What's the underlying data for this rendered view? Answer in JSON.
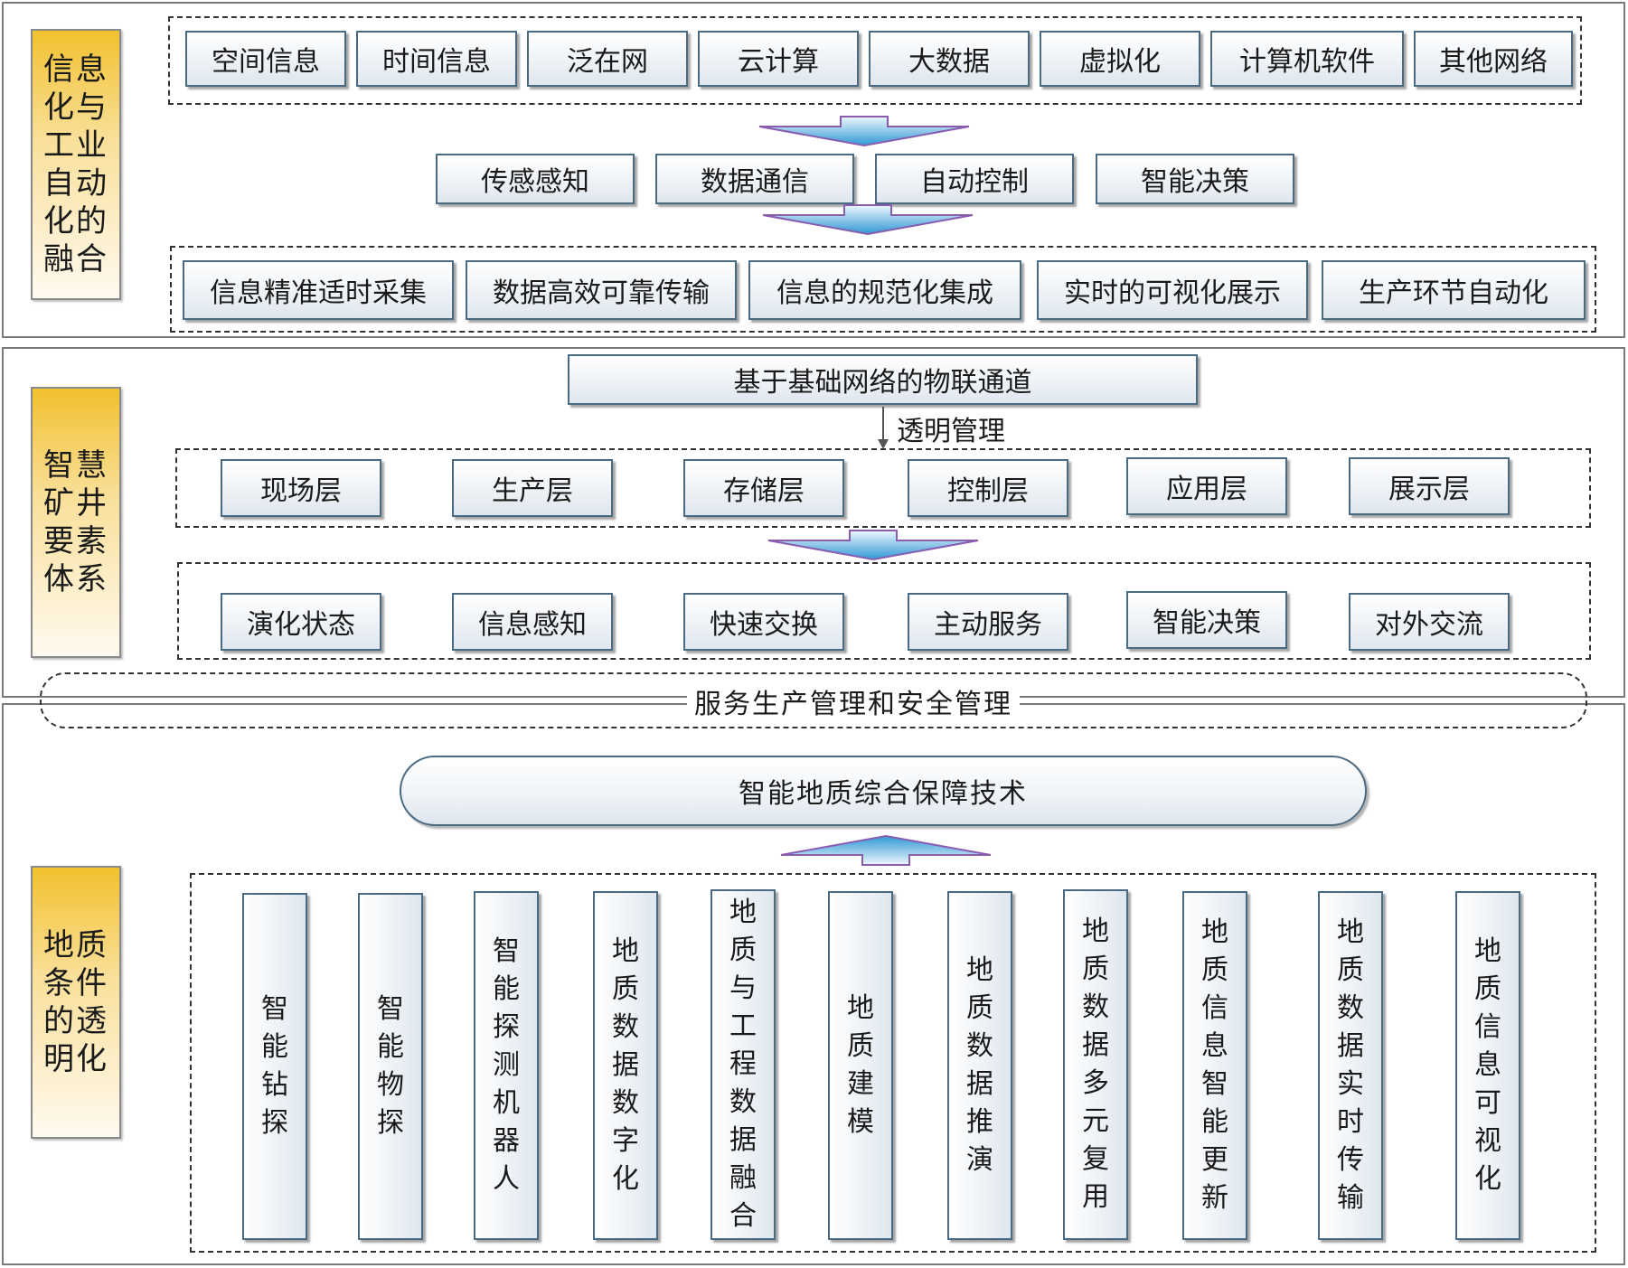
{
  "sections": {
    "informatization": {
      "label": "信息化与工业自动化的融合",
      "technologies": [
        "空间信息",
        "时间信息",
        "泛在网",
        "云计算",
        "大数据",
        "虚拟化",
        "计算机软件",
        "其他网络"
      ],
      "functions": [
        "传感感知",
        "数据通信",
        "自动控制",
        "智能决策"
      ],
      "outcomes": [
        "信息精准适时采集",
        "数据高效可靠传输",
        "信息的规范化集成",
        "实时的可视化展示",
        "生产环节自动化"
      ]
    },
    "smart_mine": {
      "label": "智慧矿井要素体系",
      "iot_channel": "基于基础网络的物联通道",
      "transparent_mgmt": "透明管理",
      "layers": [
        "现场层",
        "生产层",
        "存储层",
        "控制层",
        "应用层",
        "展示层"
      ],
      "capabilities": [
        "演化状态",
        "信息感知",
        "快速交换",
        "主动服务",
        "智能决策",
        "对外交流"
      ]
    },
    "service_banner": "服务生产管理和安全管理",
    "geology": {
      "label": "地质条件的透明化",
      "core_tech": "智能地质综合保障技术",
      "items": [
        "智能钻探",
        "智能物探",
        "智能探测机器人",
        "地质数据数字化",
        "地质与工程数据融合",
        "地质建模",
        "地质数据推演",
        "地质数据多元复用",
        "地质信息智能更新",
        "地质数据实时传输",
        "地质信息可视化"
      ]
    }
  },
  "colors": {
    "label_gold": "#f2c12e",
    "box_border": "#4a6a82",
    "arrow_blue": "#3aa0d8",
    "arrow_outline": "#8a5cb0"
  }
}
